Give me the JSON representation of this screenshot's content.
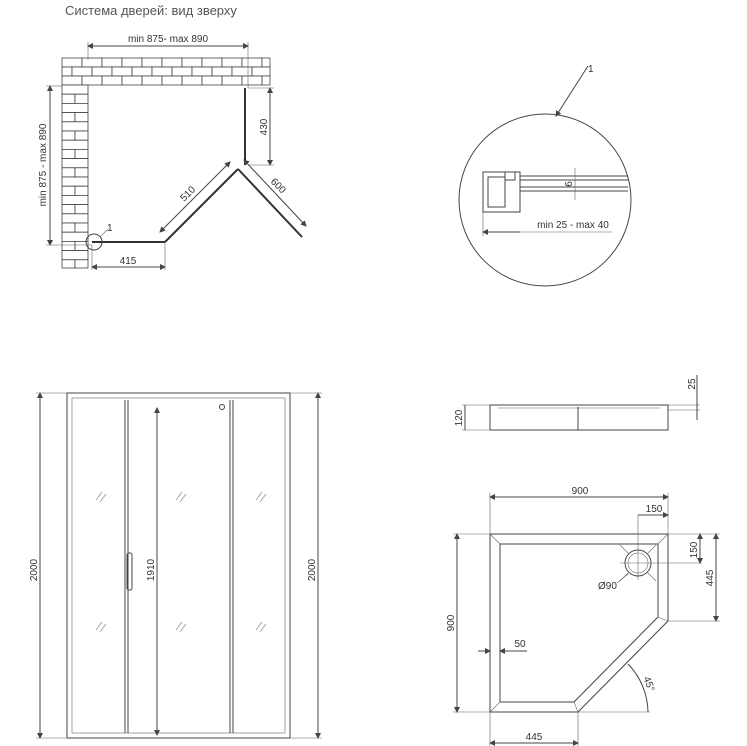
{
  "title": "Система дверей: вид зверху",
  "top_view": {
    "width_dim": "min 875- max 890",
    "depth_dim": "min 875 - max 890",
    "fixed_panel_right": "430",
    "door_panel": "510",
    "door_open": "600",
    "fixed_panel_bottom": "415",
    "callout": "1"
  },
  "detail": {
    "callout": "1",
    "gap": "6",
    "adjust_range": "min 25 - max 40"
  },
  "front_view": {
    "height_left": "2000",
    "height_right": "2000",
    "door_height": "1910"
  },
  "tray_side": {
    "height": "120",
    "offset": "25"
  },
  "tray_plan": {
    "width": "900",
    "depth": "900",
    "drain_offset_x": "150",
    "drain_offset_y": "150",
    "drain_diameter": "Ø90",
    "side_right": "445",
    "side_bottom": "445",
    "rim": "50",
    "angle": "45°"
  }
}
